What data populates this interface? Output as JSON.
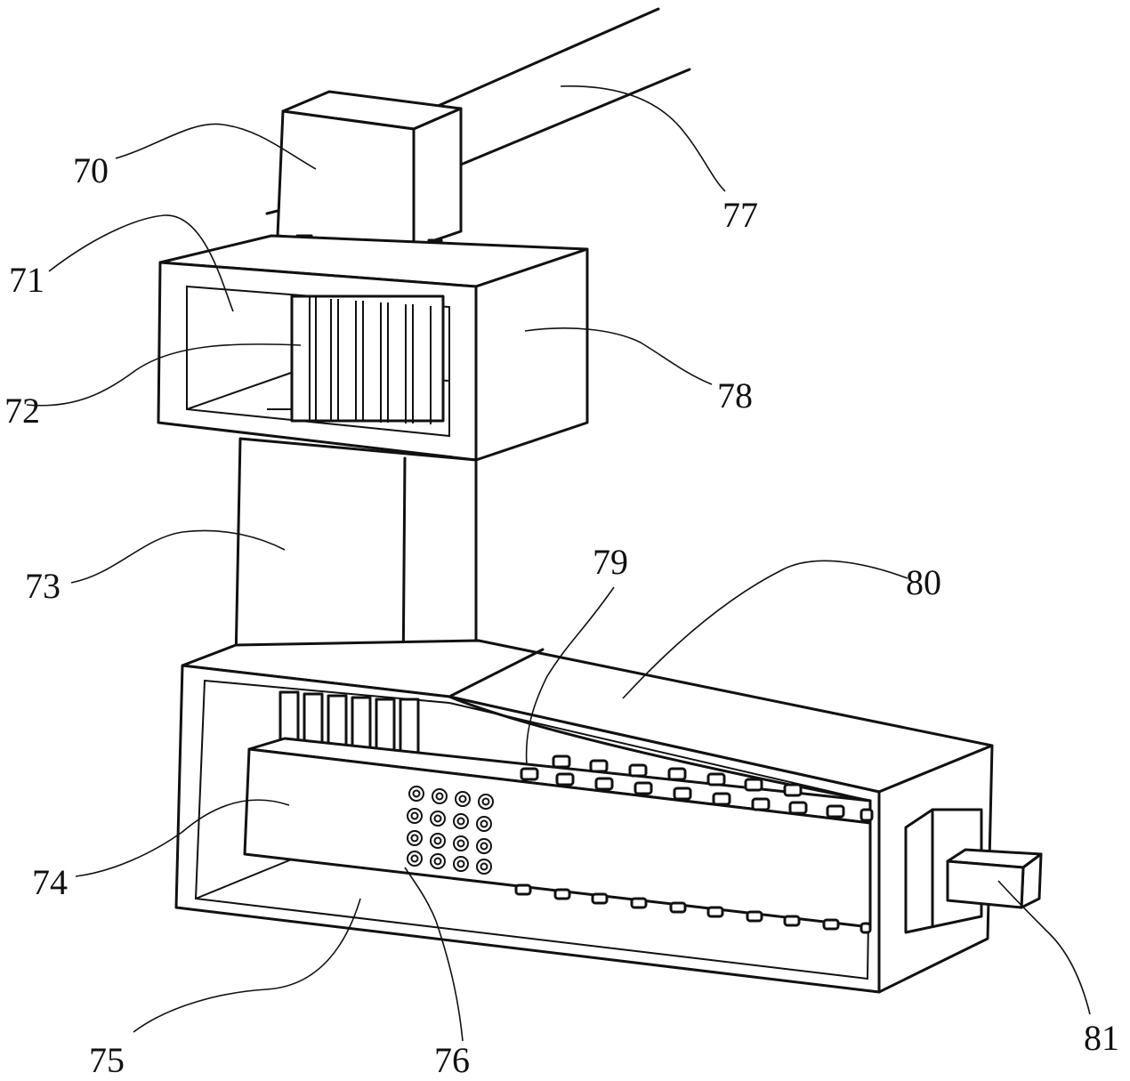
{
  "figure": {
    "labels": [
      {
        "id": "70",
        "text": "70"
      },
      {
        "id": "71",
        "text": "71"
      },
      {
        "id": "72",
        "text": "72"
      },
      {
        "id": "73",
        "text": "73"
      },
      {
        "id": "74",
        "text": "74"
      },
      {
        "id": "75",
        "text": "75"
      },
      {
        "id": "76",
        "text": "76"
      },
      {
        "id": "77",
        "text": "77"
      },
      {
        "id": "78",
        "text": "78"
      },
      {
        "id": "79",
        "text": "79"
      },
      {
        "id": "80",
        "text": "80"
      },
      {
        "id": "81",
        "text": "81"
      }
    ]
  }
}
